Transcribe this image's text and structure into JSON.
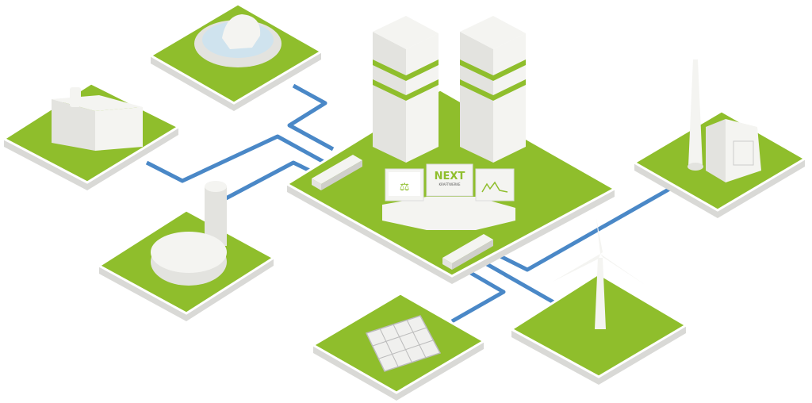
{
  "logo": {
    "brand": "NEXT",
    "subtitle": "KRAFTWERKE"
  },
  "colors": {
    "grass": "#8fbe2c",
    "cable": "#4a88c7",
    "building": "#f4f4f1"
  },
  "icons": [
    "fountain-plant",
    "factory",
    "biogas-plant",
    "data-center",
    "control-desk",
    "chimney-plant",
    "wind-turbine",
    "solar-panel"
  ]
}
